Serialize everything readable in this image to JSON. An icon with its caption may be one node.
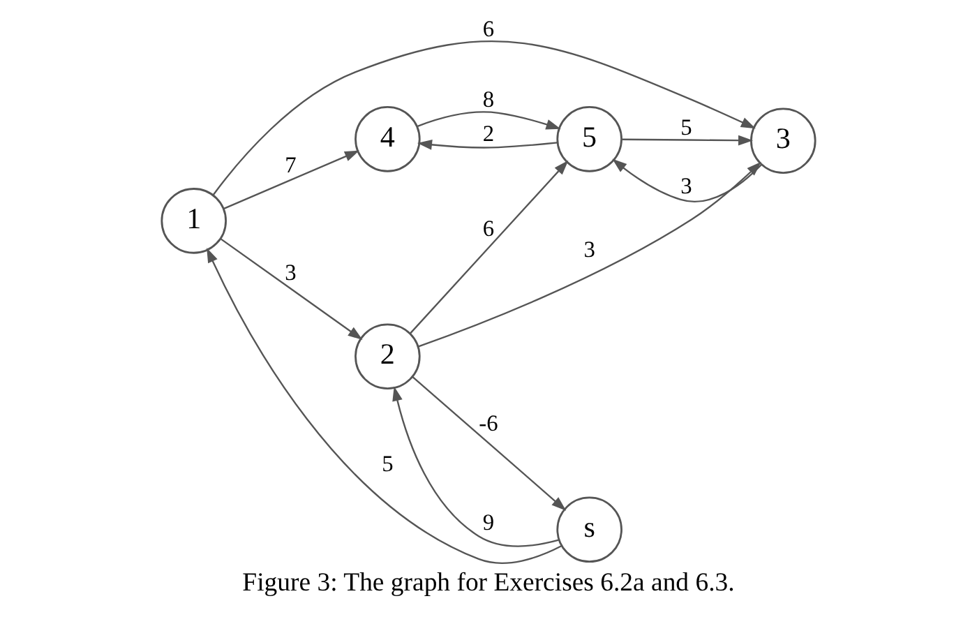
{
  "diagram": {
    "caption": "Figure 3: The graph for Exercises 6.2a and 6.3.",
    "nodes": [
      {
        "text": [
          "1"
        ]
      },
      {
        "text": [
          "4"
        ]
      },
      {
        "text": [
          "s"
        ]
      },
      {
        "text": [
          "3"
        ]
      },
      {
        "text": [
          "2"
        ]
      },
      {
        "text": [
          "5"
        ]
      }
    ],
    "edges": [
      {
        "from": 2,
        "to": 0,
        "arrow": "to",
        "label": "5"
      },
      {
        "from": 0,
        "to": 1,
        "arrow": "to",
        "label": "7"
      },
      {
        "from": 0,
        "to": 3,
        "arrow": "to",
        "label": "6"
      },
      {
        "from": 0,
        "to": 4,
        "arrow": "to",
        "label": "3"
      },
      {
        "from": 2,
        "to": 4,
        "arrow": "to",
        "label": "9"
      },
      {
        "from": 4,
        "to": 2,
        "arrow": "to",
        "label": "-6"
      },
      {
        "from": 4,
        "to": 3,
        "arrow": "to",
        "label": "3"
      },
      {
        "from": 3,
        "to": 5,
        "arrow": "to",
        "label": "3"
      },
      {
        "from": 5,
        "to": 3,
        "arrow": "to",
        "label": "5"
      },
      {
        "from": 5,
        "to": 1,
        "arrow": "to",
        "label": "2"
      },
      {
        "from": 1,
        "to": 5,
        "arrow": "to",
        "label": "8"
      },
      {
        "from": 4,
        "to": 5,
        "arrow": "to",
        "label": "6"
      }
    ]
  }
}
